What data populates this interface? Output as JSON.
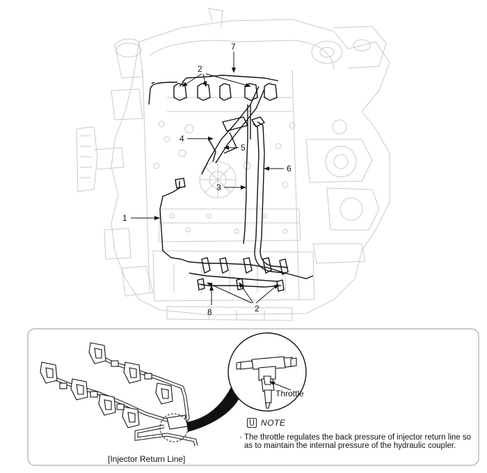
{
  "callouts": [
    "1",
    "2",
    "3",
    "4",
    "5",
    "6",
    "7",
    "8"
  ],
  "detail": {
    "caption": "[Injector Return Line]",
    "throttle_label": "Throttle"
  },
  "note": {
    "icon": "note-hand-icon",
    "title": "NOTE",
    "bullet": "·",
    "text": "The throttle regulates the back pressure of injector return line so as to maintain the internal pressure of the hydraulic coupler."
  }
}
